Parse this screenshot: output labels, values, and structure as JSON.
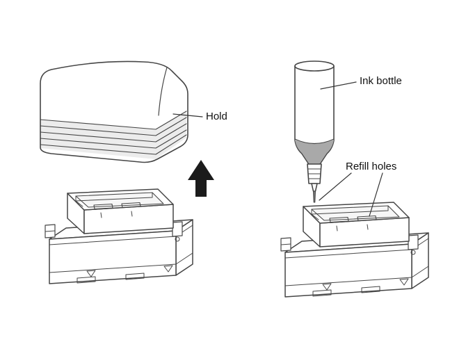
{
  "diagram": {
    "labels": {
      "hold": "Hold",
      "ink_bottle": "Ink bottle",
      "refill_holes": "Refill holes"
    },
    "colors": {
      "line": "#454545",
      "ink": "#a9a9a9",
      "arrow": "#1b1b1b",
      "background": "#ffffff"
    }
  }
}
